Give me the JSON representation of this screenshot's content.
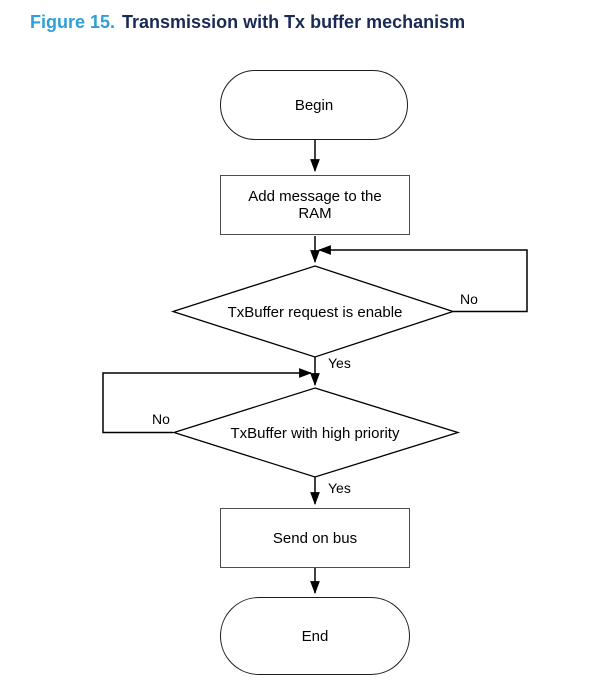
{
  "figure": {
    "label": "Figure 15.",
    "title": "Transmission with Tx buffer mechanism"
  },
  "colors": {
    "figure_label_blue": "#2f9fd6",
    "figure_title_navy": "#1a2a55",
    "line_black": "#000000",
    "process_border_gray": "#4c4c4c",
    "shape_fill": "#ffffff"
  },
  "flowchart": {
    "nodes": [
      {
        "id": "begin",
        "type": "terminator",
        "label": "Begin"
      },
      {
        "id": "add-message-to-ram",
        "type": "process",
        "label": "Add message to the RAM"
      },
      {
        "id": "txbuffer-request-enable",
        "type": "decision",
        "label": "TxBuffer request is enable"
      },
      {
        "id": "txbuffer-high-priority",
        "type": "decision",
        "label": "TxBuffer with high priority"
      },
      {
        "id": "send-on-bus",
        "type": "process",
        "label": "Send on bus"
      },
      {
        "id": "end",
        "type": "terminator",
        "label": "End"
      }
    ],
    "labels": {
      "request_no": "No",
      "request_yes": "Yes",
      "priority_no": "No",
      "priority_yes": "Yes"
    },
    "edges": [
      {
        "from": "begin",
        "to": "add-message-to-ram"
      },
      {
        "from": "add-message-to-ram",
        "to": "txbuffer-request-enable"
      },
      {
        "from": "txbuffer-request-enable",
        "to": "add-message-to-ram-junction",
        "label": "No",
        "loop": "right"
      },
      {
        "from": "txbuffer-request-enable",
        "to": "txbuffer-high-priority",
        "label": "Yes"
      },
      {
        "from": "txbuffer-high-priority",
        "to": "txbuffer-high-priority-junction",
        "label": "No",
        "loop": "left"
      },
      {
        "from": "txbuffer-high-priority",
        "to": "send-on-bus",
        "label": "Yes"
      },
      {
        "from": "send-on-bus",
        "to": "end"
      }
    ]
  }
}
